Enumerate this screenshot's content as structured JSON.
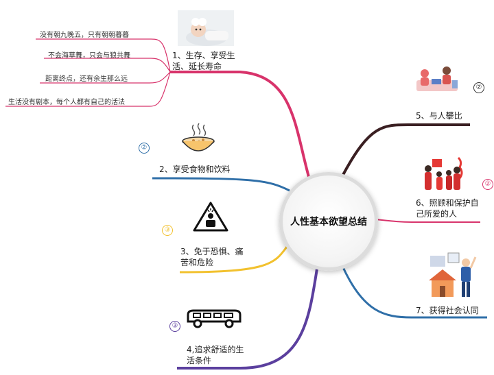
{
  "center_title": "人性基本欲望总结",
  "branches": {
    "b1": "1、生存、享受生活、延长寿命",
    "b2": "2、享受食物和饮料",
    "b3": "3、免于恐惧、痛苦和危险",
    "b4": "4,追求舒适的生活条件",
    "b5": "5、与人攀比",
    "b6": "6、照顾和保护自己所爱的人",
    "b7": "7、获得社会认同"
  },
  "leaves": [
    "没有朝九晚五，只有朝朝暮暮",
    "不会海草舞，只会与狼共舞",
    "距离终点，还有余生那么远",
    "生活没有剧本，每个人都有自己的活法"
  ],
  "badges": {
    "b2": "②",
    "b3": "③",
    "b4": "③",
    "b5": "②",
    "b6": "②"
  },
  "colors": {
    "b1": "#d8336b",
    "b2": "#2f6fa8",
    "b3": "#f2c12e",
    "b4": "#5b3f9e",
    "b5": "#3a1f22",
    "b6": "#d8336b",
    "b7": "#2f6fa8"
  },
  "icons": [
    "baby-photo-icon",
    "food-bowl-icon",
    "warning-person-icon",
    "limousine-icon",
    "group-comparison-icon",
    "family-icon",
    "house-person-icon"
  ]
}
